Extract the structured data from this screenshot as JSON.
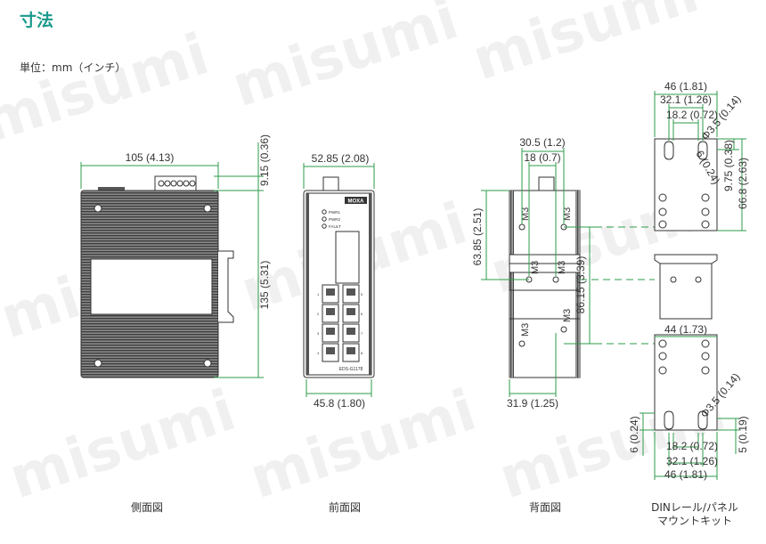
{
  "title": "寸法",
  "unit_label": "単位：mm（インチ）",
  "watermark": "misumi",
  "colors": {
    "title": "#1a9a8c",
    "dimension_line": "#2e9b4a",
    "reference_dash": "#2e9b4a",
    "drawing": "#333333",
    "mark_red": "#d43a3a"
  },
  "views": {
    "side": {
      "caption": "側面図",
      "dims": {
        "width": "105 (4.13)",
        "top_height": "9.15 (0.36)",
        "height": "135 (5.31)"
      }
    },
    "front": {
      "caption": "前面図",
      "dims": {
        "top_width": "52.85 (2.08)",
        "bottom_width": "45.8 (1.80)"
      },
      "logo": "MOXA",
      "led_labels": [
        "PWR1",
        "PWR2",
        "FAULT"
      ],
      "port_numbers": [
        "1",
        "2",
        "3",
        "4",
        "5",
        "6",
        "7",
        "8"
      ],
      "model_text": "EDS-G1178"
    },
    "rear": {
      "caption": "背面図",
      "dims": {
        "top_width": "30.5 (1.2)",
        "rail_width": "18 (0.7)",
        "left_height": "63.85 (2.51)",
        "right_height": "86.15 (3.39)",
        "bottom_width": "31.9 (1.25)"
      },
      "screw_labels": [
        "M3",
        "M3",
        "M3",
        "M3",
        "M3",
        "M3"
      ]
    },
    "din_panel": {
      "caption_line1": "DINレール/パネル",
      "caption_line2": "マウントキット",
      "dims": {
        "top_46": "46 (1.81)",
        "top_32": "32.1 (1.26)",
        "top_18": "18.2 (0.72)",
        "top_hole_35": "Φ3.5 (0.14)",
        "top_6": "6 (0.24)",
        "top_975": "9.75 (0.38)",
        "top_668": "66.8 (2.63)",
        "mid_44": "44 (1.73)",
        "bot_hole_35": "Φ3.5 (0.14)",
        "bot_6": "6 (0.24)",
        "bot_5": "5 (0.19)",
        "bot_18": "18.2 (0.72)",
        "bot_32": "32.1 (1.26)",
        "bot_46": "46 (1.81)"
      }
    }
  }
}
